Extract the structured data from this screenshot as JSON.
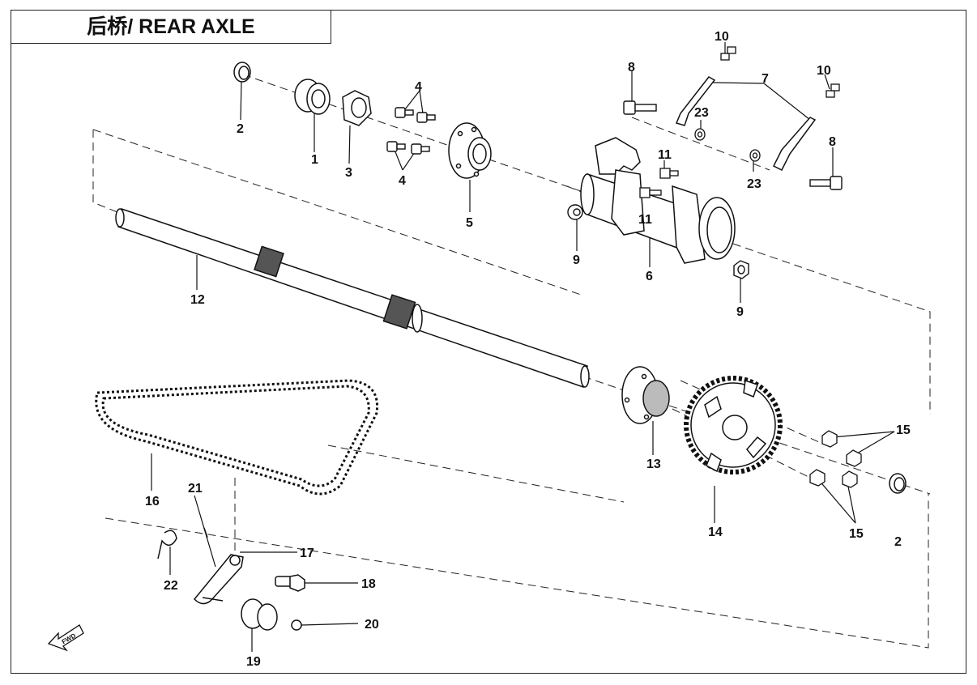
{
  "title": "后桥/ REAR AXLE",
  "fwd_label": "FWD",
  "callouts": [
    "1",
    "2",
    "2",
    "3",
    "4",
    "4",
    "5",
    "6",
    "7",
    "8",
    "8",
    "9",
    "9",
    "10",
    "10",
    "11",
    "11",
    "12",
    "13",
    "14",
    "15",
    "15",
    "16",
    "17",
    "18",
    "19",
    "20",
    "21",
    "22",
    "23",
    "23"
  ]
}
